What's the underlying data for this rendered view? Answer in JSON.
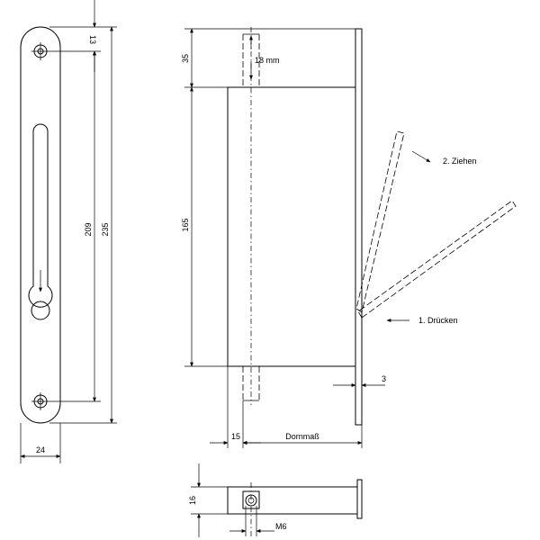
{
  "dimensions": {
    "d13": "13",
    "d209": "209",
    "d235": "235",
    "d24": "24",
    "d35": "35",
    "d18mm": "18 mm",
    "d165": "165",
    "d3": "3",
    "d15": "15",
    "dornmass": "Dornmaß",
    "d16": "16",
    "m6": "M6"
  },
  "labels": {
    "step1": "1. Drücken",
    "step2": "2. Ziehen"
  }
}
